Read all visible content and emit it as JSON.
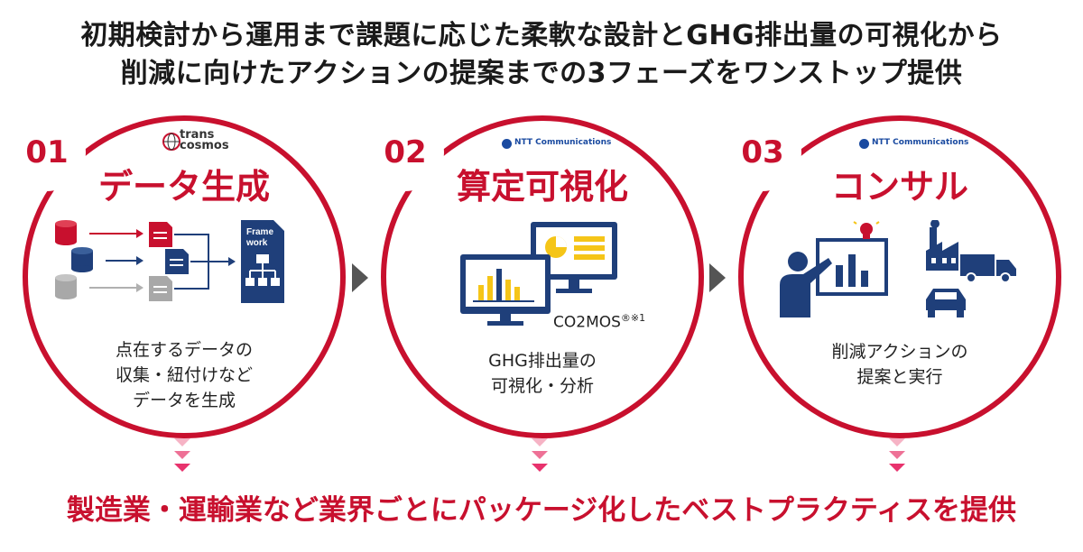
{
  "headline": {
    "line1": "初期検討から運用まで課題に応じた柔軟な設計とGHG排出量の可視化から",
    "line2": "削減に向けたアクションの提案までの3フェーズをワンストップ提供"
  },
  "phases": [
    {
      "number": "01",
      "logo_line1": "trans",
      "logo_line2": "cosmos",
      "title": "データ生成",
      "framework_label_1": "Frame",
      "framework_label_2": "work",
      "desc_lines": [
        "点在するデータの",
        "収集・紐付けなど",
        "データを生成"
      ]
    },
    {
      "number": "02",
      "logo_text": "NTT Communications",
      "title": "算定可視化",
      "product": "CO2MOS",
      "product_sup": "®※1",
      "desc_lines": [
        "GHG排出量の",
        "可視化・分析"
      ]
    },
    {
      "number": "03",
      "logo_text": "NTT Communications",
      "title": "コンサル",
      "desc_lines": [
        "削減アクションの",
        "提案と実行"
      ]
    }
  ],
  "bottom_text": "製造業・運輸業など業界ごとにパッケージ化したベストプラクティスを提供",
  "colors": {
    "accent": "#c8102e",
    "navy": "#1f3f7a",
    "yellow": "#f5c518",
    "gray": "#555555",
    "pink": "#e8336d"
  },
  "icons": [
    "database-icon",
    "document-icon",
    "framework-document-icon",
    "monitor-chart-icon",
    "monitor-dashboard-icon",
    "presenter-icon",
    "lightbulb-icon",
    "factory-icon",
    "truck-icon",
    "car-icon",
    "globe-icon"
  ]
}
